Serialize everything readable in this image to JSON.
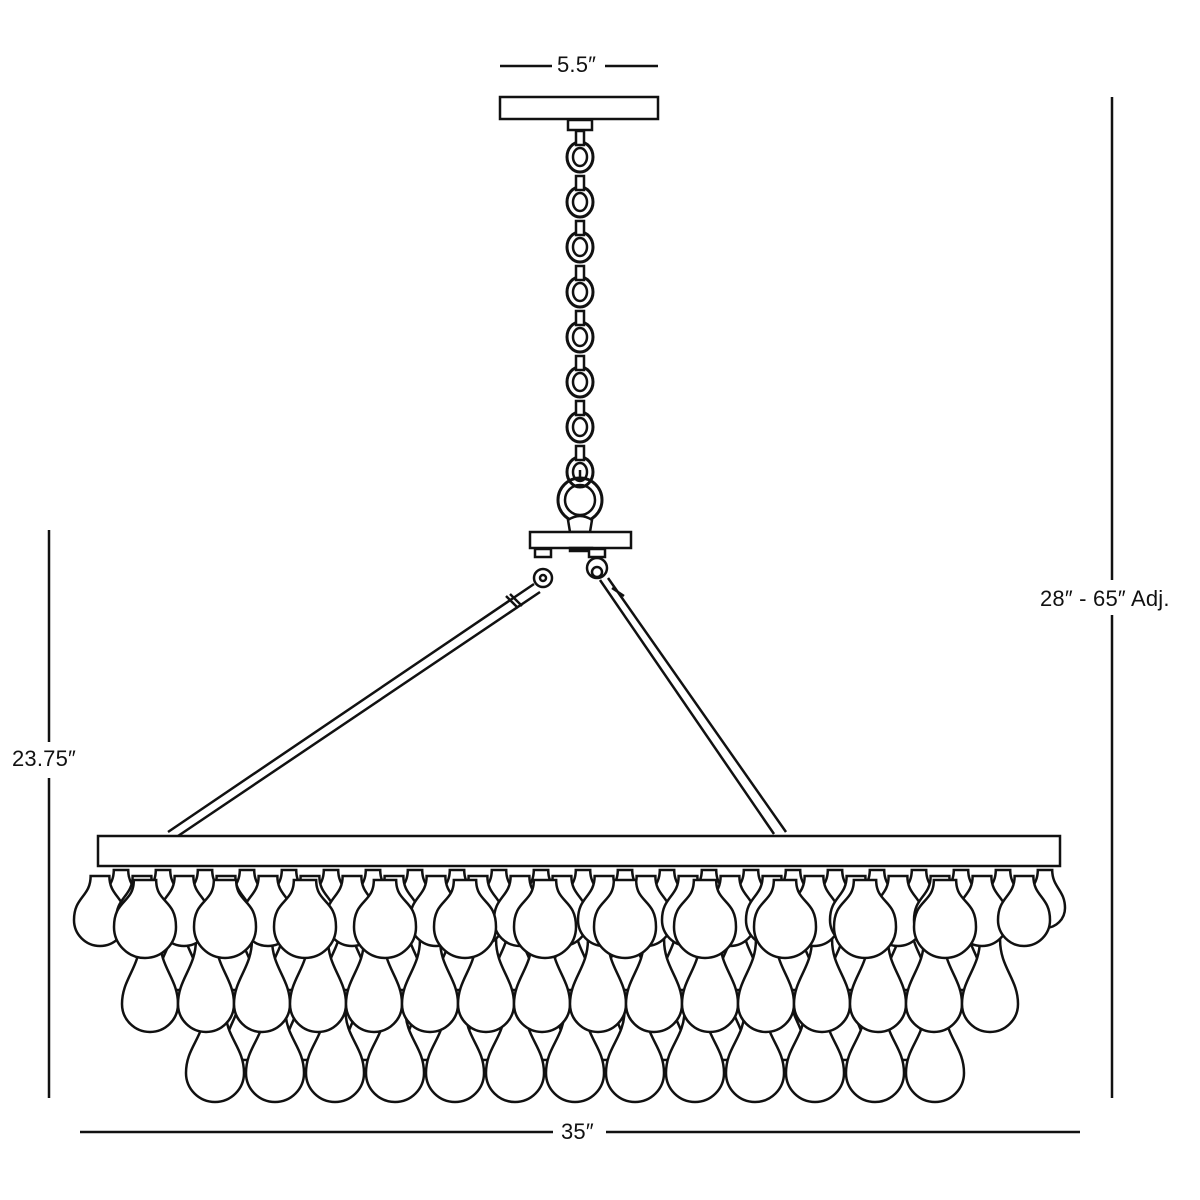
{
  "diagram": {
    "subject": "Chandelier with teardrop crystals",
    "colors": {
      "stroke": "#111111",
      "fill": "#ffffff",
      "background": "#ffffff"
    },
    "dimensions": {
      "canopy_width": "5.5″",
      "overall_height": "28″ - 65″ Adj.",
      "body_height": "23.75″",
      "width": "35″"
    },
    "components": [
      "canopy",
      "chain",
      "ring",
      "hanging-plate",
      "support-rods",
      "frame-ring",
      "crystal-drops"
    ],
    "chain_links": 8,
    "drop_tiers": 3
  }
}
